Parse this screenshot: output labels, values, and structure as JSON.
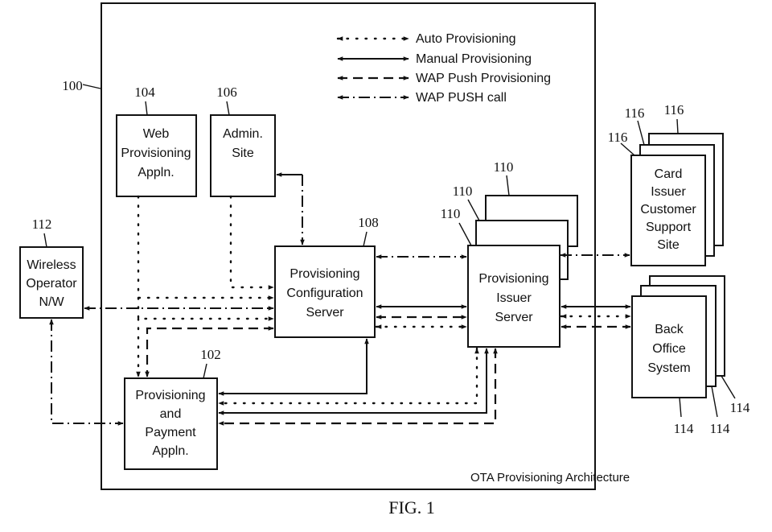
{
  "figure": {
    "caption": "FIG. 1",
    "architecture_label": "OTA Provisioning Architecture",
    "frame_ref": "100"
  },
  "legend": [
    {
      "style": "auto",
      "label": "Auto Provisioning"
    },
    {
      "style": "manual",
      "label": "Manual Provisioning"
    },
    {
      "style": "push",
      "label": "WAP Push Provisioning"
    },
    {
      "style": "call",
      "label": "WAP PUSH call"
    }
  ],
  "nodes": {
    "web_prov": {
      "ref": "104",
      "lines": [
        "Web",
        "Provisioning",
        "Appln."
      ]
    },
    "admin": {
      "ref": "106",
      "lines": [
        "Admin.",
        "Site"
      ]
    },
    "wireless": {
      "ref": "112",
      "lines": [
        "Wireless",
        "Operator",
        "N/W"
      ]
    },
    "config_server": {
      "ref": "108",
      "lines": [
        "Provisioning",
        "Configuration",
        "Server"
      ]
    },
    "issuer_server": {
      "ref": "110",
      "refs": [
        "110",
        "110",
        "110"
      ],
      "lines": [
        "Provisioning",
        "Issuer",
        "Server"
      ]
    },
    "prov_payment": {
      "ref": "102",
      "lines": [
        "Provisioning",
        "and",
        "Payment",
        "Appln."
      ]
    },
    "card_issuer": {
      "refs": [
        "116",
        "116",
        "116"
      ],
      "lines": [
        "Card",
        "Issuer",
        "Customer",
        "Support",
        "Site"
      ]
    },
    "back_office": {
      "refs": [
        "114",
        "114",
        "114"
      ],
      "lines": [
        "Back",
        "Office",
        "System"
      ]
    }
  },
  "connections": [
    {
      "from": "web_prov",
      "to": "config_server",
      "type": "auto"
    },
    {
      "from": "admin",
      "to": "config_server",
      "type": "auto"
    },
    {
      "from": "admin",
      "to": "config_server",
      "type": "call"
    },
    {
      "from": "wireless",
      "to": "config_server",
      "type": "call"
    },
    {
      "from": "web_prov",
      "to": "prov_payment",
      "type": "auto"
    },
    {
      "from": "config_server",
      "to": "prov_payment",
      "type": "push"
    },
    {
      "from": "config_server",
      "to": "prov_payment",
      "type": "manual"
    },
    {
      "from": "config_server",
      "to": "issuer_server",
      "type": "call"
    },
    {
      "from": "config_server",
      "to": "issuer_server",
      "type": "manual"
    },
    {
      "from": "config_server",
      "to": "issuer_server",
      "type": "push"
    },
    {
      "from": "config_server",
      "to": "issuer_server",
      "type": "auto"
    },
    {
      "from": "issuer_server",
      "to": "prov_payment",
      "type": "auto"
    },
    {
      "from": "issuer_server",
      "to": "prov_payment",
      "type": "manual"
    },
    {
      "from": "issuer_server",
      "to": "prov_payment",
      "type": "push"
    },
    {
      "from": "issuer_server",
      "to": "card_issuer",
      "type": "call"
    },
    {
      "from": "issuer_server",
      "to": "back_office",
      "type": "manual"
    },
    {
      "from": "issuer_server",
      "to": "back_office",
      "type": "auto"
    },
    {
      "from": "issuer_server",
      "to": "back_office",
      "type": "push"
    },
    {
      "from": "wireless",
      "to": "prov_payment",
      "type": "call"
    }
  ]
}
